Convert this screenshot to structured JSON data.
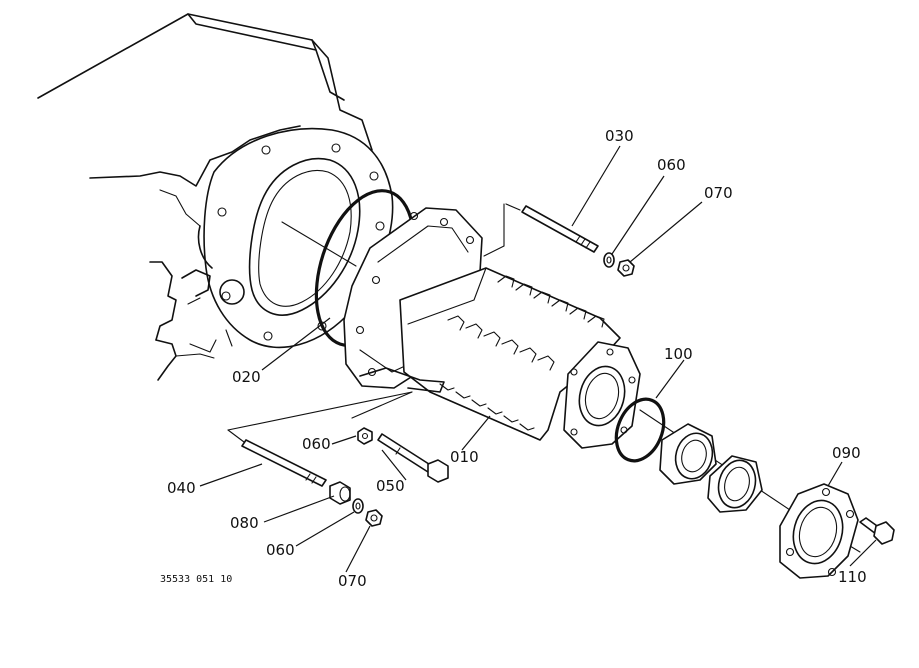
{
  "drawing": {
    "reference_code": "35533 051 10",
    "parts": [
      {
        "id": "p020",
        "number": "020"
      },
      {
        "id": "p030",
        "number": "030"
      },
      {
        "id": "p040",
        "number": "040"
      },
      {
        "id": "p050",
        "number": "050"
      },
      {
        "id": "p060a",
        "number": "060"
      },
      {
        "id": "p060b",
        "number": "060"
      },
      {
        "id": "p060c",
        "number": "060"
      },
      {
        "id": "p070a",
        "number": "070"
      },
      {
        "id": "p070b",
        "number": "070"
      },
      {
        "id": "p080",
        "number": "080"
      },
      {
        "id": "p090",
        "number": "090"
      },
      {
        "id": "p100",
        "number": "100"
      },
      {
        "id": "p110",
        "number": "110"
      },
      {
        "id": "p010",
        "number": "010"
      }
    ]
  }
}
